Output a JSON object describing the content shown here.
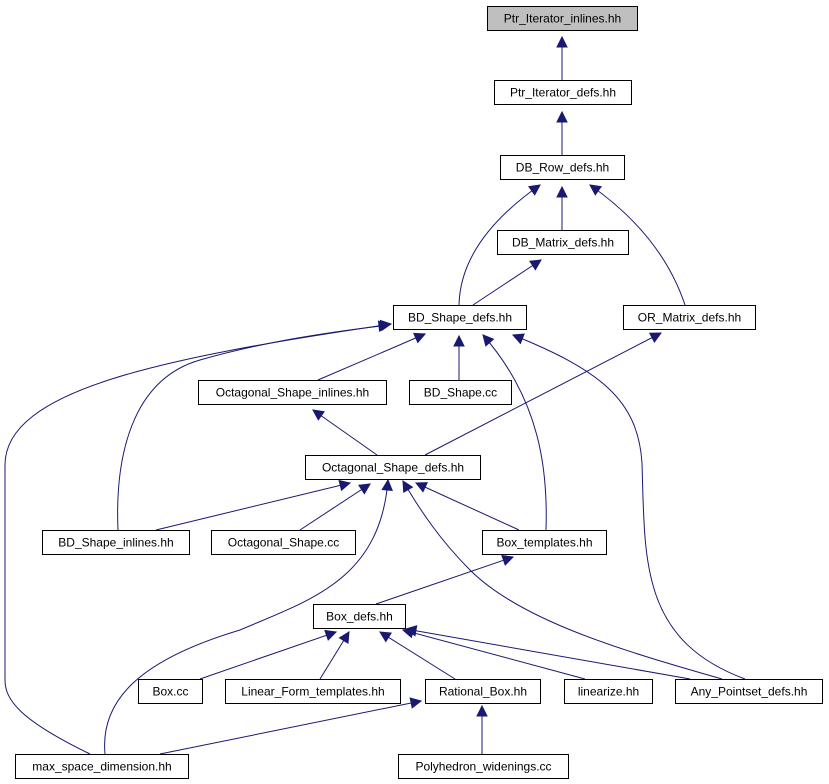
{
  "graph": {
    "nodes": [
      {
        "id": "ptr_iterator_inlines",
        "label": "Ptr_Iterator_inlines.hh",
        "highlighted": true
      },
      {
        "id": "ptr_iterator_defs",
        "label": "Ptr_Iterator_defs.hh"
      },
      {
        "id": "db_row_defs",
        "label": "DB_Row_defs.hh"
      },
      {
        "id": "db_matrix_defs",
        "label": "DB_Matrix_defs.hh"
      },
      {
        "id": "bd_shape_defs",
        "label": "BD_Shape_defs.hh"
      },
      {
        "id": "or_matrix_defs",
        "label": "OR_Matrix_defs.hh"
      },
      {
        "id": "octagonal_shape_inlines",
        "label": "Octagonal_Shape_inlines.hh"
      },
      {
        "id": "bd_shape_cc",
        "label": "BD_Shape.cc"
      },
      {
        "id": "octagonal_shape_defs",
        "label": "Octagonal_Shape_defs.hh"
      },
      {
        "id": "bd_shape_inlines",
        "label": "BD_Shape_inlines.hh"
      },
      {
        "id": "octagonal_shape_cc",
        "label": "Octagonal_Shape.cc"
      },
      {
        "id": "box_templates",
        "label": "Box_templates.hh"
      },
      {
        "id": "box_defs",
        "label": "Box_defs.hh"
      },
      {
        "id": "box_cc",
        "label": "Box.cc"
      },
      {
        "id": "linear_form_templates",
        "label": "Linear_Form_templates.hh"
      },
      {
        "id": "rational_box",
        "label": "Rational_Box.hh"
      },
      {
        "id": "linearize",
        "label": "linearize.hh"
      },
      {
        "id": "any_pointset_defs",
        "label": "Any_Pointset_defs.hh"
      },
      {
        "id": "max_space_dimension",
        "label": "max_space_dimension.hh"
      },
      {
        "id": "polyhedron_widenings",
        "label": "Polyhedron_widenings.cc"
      }
    ],
    "edges": [
      {
        "from": "ptr_iterator_defs",
        "to": "ptr_iterator_inlines"
      },
      {
        "from": "db_row_defs",
        "to": "ptr_iterator_defs"
      },
      {
        "from": "db_matrix_defs",
        "to": "db_row_defs"
      },
      {
        "from": "bd_shape_defs",
        "to": "db_row_defs"
      },
      {
        "from": "or_matrix_defs",
        "to": "db_row_defs"
      },
      {
        "from": "bd_shape_defs",
        "to": "db_matrix_defs"
      },
      {
        "from": "octagonal_shape_inlines",
        "to": "bd_shape_defs"
      },
      {
        "from": "bd_shape_cc",
        "to": "bd_shape_defs"
      },
      {
        "from": "bd_shape_inlines",
        "to": "bd_shape_defs"
      },
      {
        "from": "box_templates",
        "to": "bd_shape_defs"
      },
      {
        "from": "any_pointset_defs",
        "to": "bd_shape_defs"
      },
      {
        "from": "max_space_dimension",
        "to": "bd_shape_defs"
      },
      {
        "from": "octagonal_shape_defs",
        "to": "or_matrix_defs"
      },
      {
        "from": "octagonal_shape_defs",
        "to": "octagonal_shape_inlines"
      },
      {
        "from": "bd_shape_inlines",
        "to": "octagonal_shape_defs"
      },
      {
        "from": "octagonal_shape_cc",
        "to": "octagonal_shape_defs"
      },
      {
        "from": "box_templates",
        "to": "octagonal_shape_defs"
      },
      {
        "from": "max_space_dimension",
        "to": "octagonal_shape_defs"
      },
      {
        "from": "any_pointset_defs",
        "to": "octagonal_shape_defs"
      },
      {
        "from": "box_defs",
        "to": "box_templates"
      },
      {
        "from": "box_cc",
        "to": "box_defs"
      },
      {
        "from": "linear_form_templates",
        "to": "box_defs"
      },
      {
        "from": "rational_box",
        "to": "box_defs"
      },
      {
        "from": "linearize",
        "to": "box_defs"
      },
      {
        "from": "any_pointset_defs",
        "to": "box_defs"
      },
      {
        "from": "max_space_dimension",
        "to": "rational_box"
      },
      {
        "from": "polyhedron_widenings",
        "to": "rational_box"
      }
    ]
  }
}
